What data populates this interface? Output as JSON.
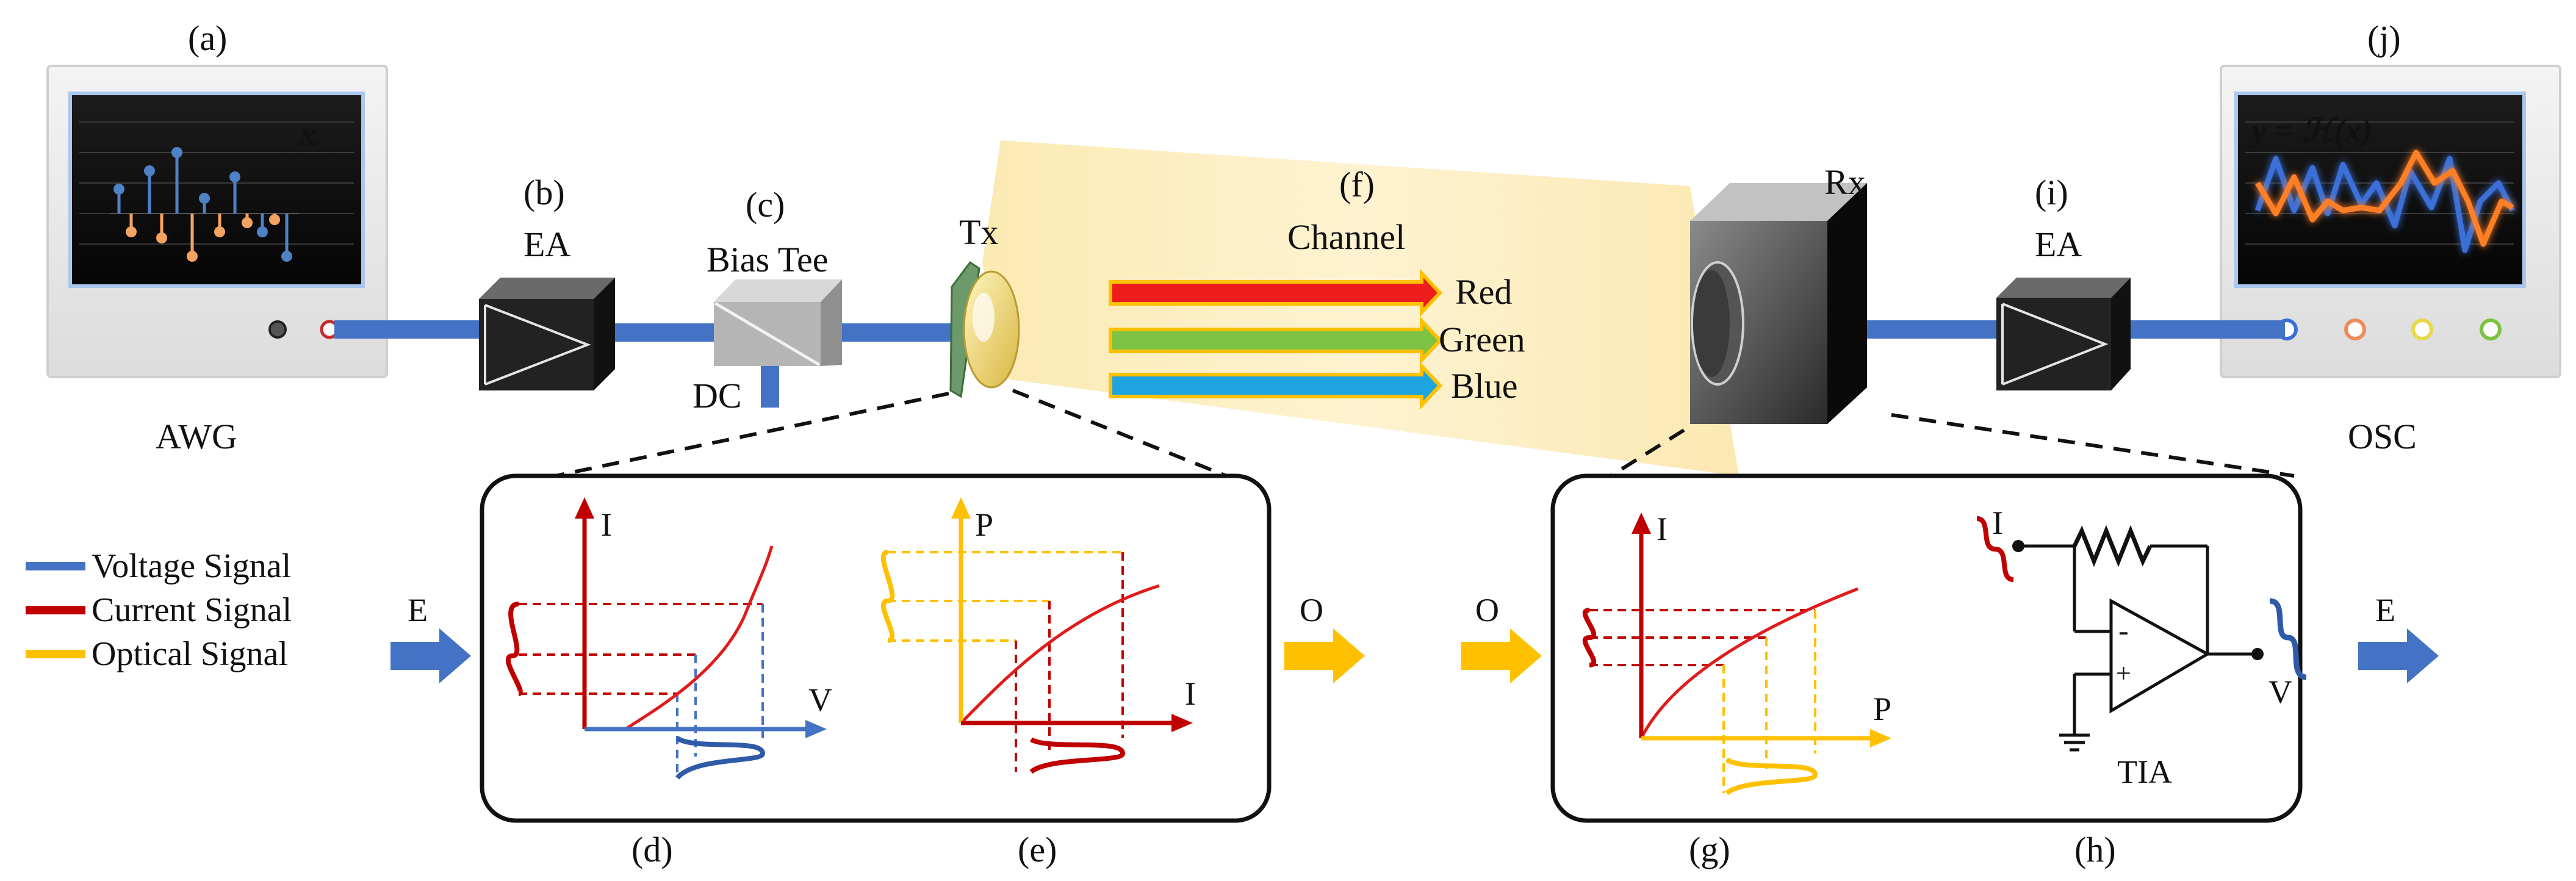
{
  "panel_labels": {
    "a": "(a)",
    "b": "(b)",
    "c": "(c)",
    "d": "(d)",
    "e": "(e)",
    "f": "(f)",
    "g": "(g)",
    "h": "(h)",
    "i": "(i)",
    "j": "(j)"
  },
  "devices": {
    "awg": "AWG",
    "ea_tx": "EA",
    "bias_tee": "Bias Tee",
    "dc": "DC",
    "tx": "Tx",
    "channel": "Channel",
    "rx": "Rx",
    "ea_rx": "EA",
    "osc": "OSC"
  },
  "awg_screen_label": "x",
  "osc_screen_label": "y = ℋ(x)",
  "channels": [
    {
      "name": "Red",
      "color": "#ee1c1c"
    },
    {
      "name": "Green",
      "color": "#7dc242"
    },
    {
      "name": "Blue",
      "color": "#1ea5e0"
    }
  ],
  "legend": [
    {
      "label": "Voltage Signal",
      "color": "#4472c4"
    },
    {
      "label": "Current Signal",
      "color": "#c00000"
    },
    {
      "label": "Optical Signal",
      "color": "#ffc000"
    }
  ],
  "arrows": {
    "in_e": "E",
    "tx_out_o": "O",
    "rx_in_o": "O",
    "out_e": "E"
  },
  "plots": {
    "d": {
      "y": "I",
      "x": "V"
    },
    "e": {
      "y": "P",
      "x": "I"
    },
    "g": {
      "y": "I",
      "x": "P"
    }
  },
  "tia": {
    "input": "I",
    "output": "V",
    "name": "TIA",
    "minus": "-",
    "plus": "+"
  },
  "colors": {
    "voltage": "#4472c4",
    "current": "#c00000",
    "optical": "#ffc000",
    "awg_stem_blue": "#4f81c7",
    "awg_stem_orange": "#f4a460",
    "osc_trace_blue": "#3a6fd8",
    "osc_trace_orange": "#ff7f27"
  }
}
